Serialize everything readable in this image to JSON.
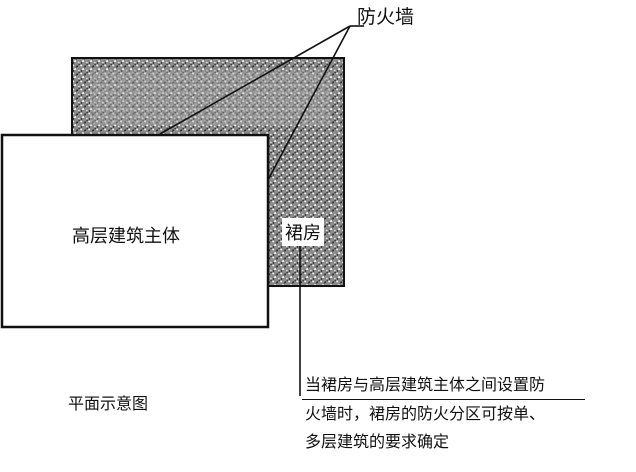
{
  "labels": {
    "firewall": "防火墙",
    "tower": "高层建筑主体",
    "podium": "裙房",
    "caption": "平面示意图"
  },
  "note": {
    "lines": [
      "当裙房与高层建筑主体之间设置防",
      "火墙时，裙房的防火分区可按单、",
      "多层建筑的要求确定"
    ]
  },
  "colors": {
    "stroke": "#111111",
    "stipple_fill": "#6e6e6e",
    "background": "#ffffff"
  }
}
